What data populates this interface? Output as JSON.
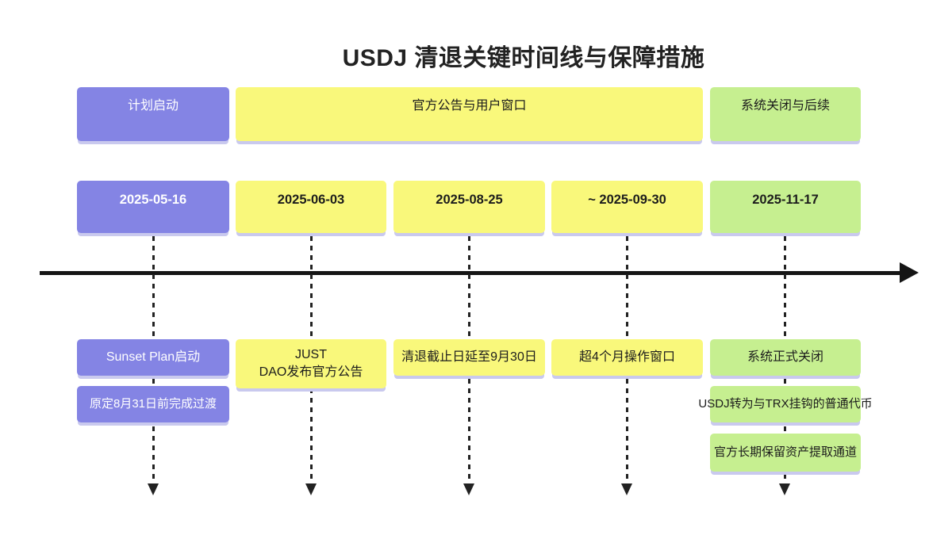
{
  "title": "USDJ 清退关键时间线与保障措施",
  "colors": {
    "purple": "#8484e4",
    "yellow": "#f9f87b",
    "green": "#c6ef90",
    "shadow": "#c9c9ee",
    "axis": "#151515"
  },
  "phases": [
    {
      "label": "计划启动"
    },
    {
      "label": "官方公告与用户窗口"
    },
    {
      "label": "系统关闭与后续"
    }
  ],
  "milestones": [
    {
      "date": "2025-05-16",
      "events": [
        "Sunset Plan启动",
        "原定8月31日前完成过渡"
      ]
    },
    {
      "date": "2025-06-03",
      "events": [
        "JUST\nDAO发布官方公告"
      ]
    },
    {
      "date": "2025-08-25",
      "events": [
        "清退截止日延至9月30日"
      ]
    },
    {
      "date": "~ 2025-09-30",
      "events": [
        "超4个月操作窗口"
      ]
    },
    {
      "date": "2025-11-17",
      "events": [
        "系统正式关闭",
        "USDJ转为与TRX挂钩的普通代币",
        "官方长期保留资产提取通道"
      ]
    }
  ]
}
